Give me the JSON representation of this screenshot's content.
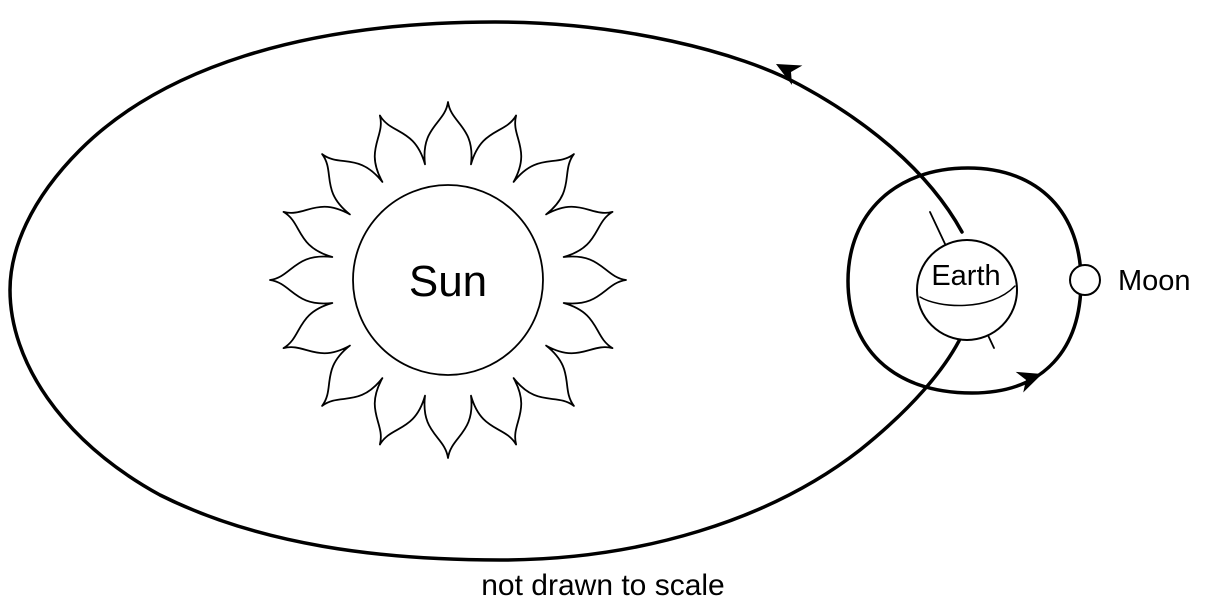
{
  "labels": {
    "sun": "Sun",
    "earth": "Earth",
    "moon": "Moon",
    "caption": "not drawn to scale"
  },
  "colors": {
    "line": "#000000",
    "background": "#ffffff"
  }
}
